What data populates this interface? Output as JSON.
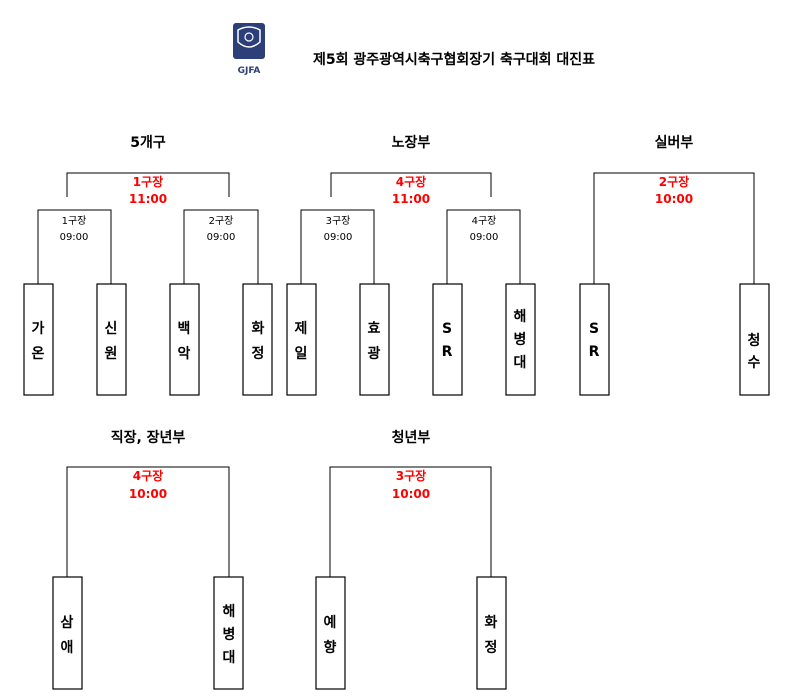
{
  "header": {
    "logo_text": "GJFA",
    "title": "제5회 광주광역시축구협회장기 축구대회 대진표"
  },
  "sections": {
    "s5": {
      "name": "5개구",
      "final": {
        "venue": "1구장",
        "time": "11:00"
      },
      "semis": [
        {
          "venue": "1구장",
          "time": "09:00",
          "teams": [
            [
              "가",
              "온"
            ],
            [
              "신",
              "원"
            ]
          ]
        },
        {
          "venue": "2구장",
          "time": "09:00",
          "teams": [
            [
              "백",
              "악"
            ],
            [
              "화",
              "정"
            ]
          ]
        }
      ]
    },
    "nojang": {
      "name": "노장부",
      "final": {
        "venue": "4구장",
        "time": "11:00"
      },
      "semis": [
        {
          "venue": "3구장",
          "time": "09:00",
          "teams": [
            [
              "제",
              "일"
            ],
            [
              "효",
              "광"
            ]
          ]
        },
        {
          "venue": "4구장",
          "time": "09:00",
          "teams": [
            [
              "S",
              "R"
            ],
            [
              "해",
              "병",
              "대"
            ]
          ]
        }
      ]
    },
    "silver": {
      "name": "실버부",
      "final": {
        "venue": "2구장",
        "time": "10:00"
      },
      "teams": [
        [
          "S",
          "R"
        ],
        [
          "청",
          "수"
        ]
      ]
    },
    "jikjang": {
      "name": "직장, 장년부",
      "final": {
        "venue": "4구장",
        "time": "10:00"
      },
      "teams": [
        [
          "삼",
          "애"
        ],
        [
          "해",
          "병",
          "대"
        ]
      ]
    },
    "youth": {
      "name": "청년부",
      "final": {
        "venue": "3구장",
        "time": "10:00"
      },
      "teams": [
        [
          "예",
          "향"
        ],
        [
          "화",
          "정"
        ]
      ]
    }
  }
}
